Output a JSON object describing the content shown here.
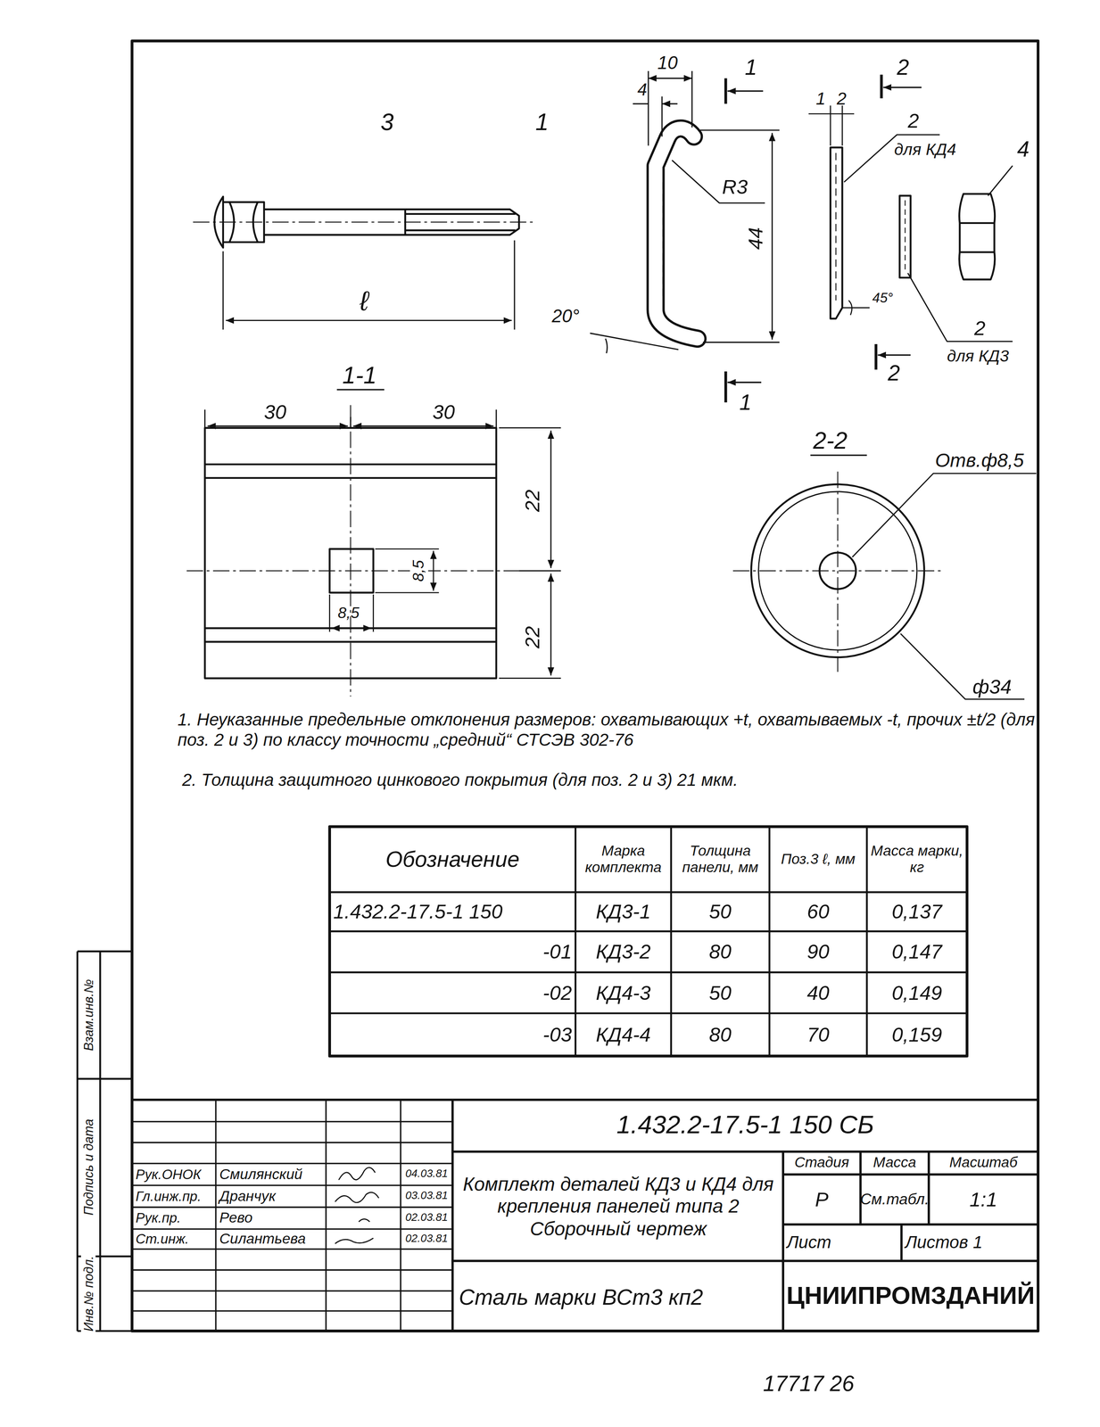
{
  "diagram": {
    "labels": [
      "3",
      "1",
      "10",
      "4",
      "R3",
      "44",
      "20°",
      "ℓ",
      "1",
      "1",
      "2",
      "2",
      "1",
      "2",
      "2",
      "для КД4",
      "4",
      "45°",
      "2",
      "для КД3",
      "1-1",
      "30",
      "30",
      "22",
      "22",
      "8,5",
      "8,5",
      "2-2",
      "Отв.ф8,5",
      "ф34",
      "1. Неуказанные предельные отклонения размеров: охватывающих +t, охватываемых -t, прочих ±t/2 (для поз. 2 и 3) по классу точности „средний“ СТСЭВ 302-76",
      "2. Толщина защитного цинкового покрытия (для поз. 2 и 3) 21 мкм.",
      "Обозначение",
      "Марка комплекта",
      "Толщина панели, мм",
      "Поз.3 ℓ, мм",
      "Масса марки, кг",
      "1.432.2-17.5-1 150",
      "КД3-1",
      "50",
      "60",
      "0,137",
      "-01",
      "КД3-2",
      "80",
      "90",
      "0,147",
      "-02",
      "КД4-3",
      "50",
      "40",
      "0,149",
      "-03",
      "КД4-4",
      "80",
      "70",
      "0,159",
      "1.432.2-17.5-1 150 СБ",
      "Рук.ОНОК",
      "Смилянский",
      "04.03.81",
      "Гл.инж.пр.",
      "Дранчук",
      "03.03.81",
      "Рук.пр.",
      "Рево",
      "02.03.81",
      "Ст.инж.",
      "Силантьева",
      "02.03.81",
      "Комплект деталей КД3 и КД4 для крепления панелей типа 2 Сборочный чертеж",
      "Стадия",
      "Масса",
      "Масштаб",
      "Р",
      "См.табл.",
      "1:1",
      "Лист",
      "Листов 1",
      "Сталь марки ВСт3 кп2",
      "ЦНИИПРОМЗДАНИЙ",
      "17717 26",
      "Инв.№ подл.",
      "Подпись и дата",
      "Взам.инв.№"
    ]
  }
}
